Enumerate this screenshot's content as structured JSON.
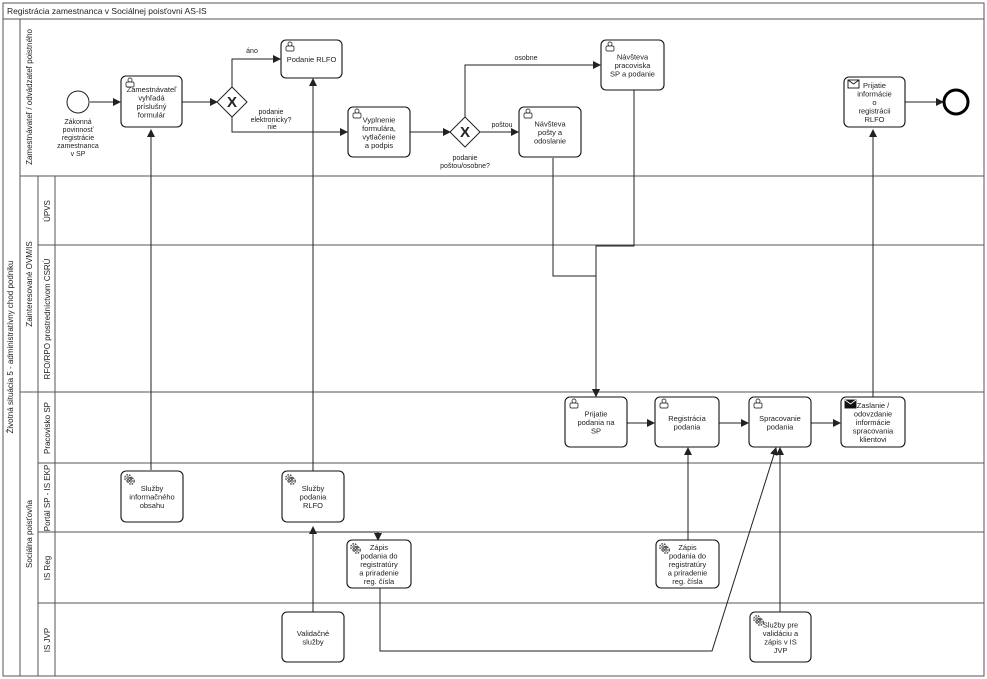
{
  "pool_title": "Registrácia zamestnanca v Sociálnej poisťovni AS-IS",
  "outer_lane": "Životná situácia 5 - administratívny chod podniku",
  "lanes": {
    "employer": "Zamestnávateľ / odvádzateľ poistného",
    "ovm_group": "Zainteresované OVM/IS",
    "upvs": "ÚPVS",
    "rfo": "RFO/RPO prostredníctvom CSRÚ",
    "sp_group": "Sociálna poisťovňa",
    "pracovisko": "Pracovisko SP",
    "portal": "Portál SP - IS EKP",
    "isreg": "IS Reg",
    "isjvp": "IS JVP"
  },
  "events": {
    "start_label": "Zákonná povinnosť registrácie zamestnanca v SP"
  },
  "tasks": {
    "t_vyhlada": "Zamestnávateľ vyhľadá príslušný formulár",
    "t_podanie_rlfo": "Podanie RLFO",
    "t_vyplnenie": "Vyplnenie formulára, vytlačenie a podpis",
    "t_navsteva_posty": "Návšteva pošty a odoslanie",
    "t_navsteva_sp": "Návšteva pracoviska SP a podanie",
    "t_prijatie_info": "Prijatie informácie o registrácii RLFO",
    "t_prijatie_podania": "Prijatie podania na SP",
    "t_registracia": "Registrácia podania",
    "t_spracovanie": "Spracovanie podania",
    "t_zaslanie": "Zaslanie / odovzdanie informácie spracovania klientovi",
    "t_sluzby_info": "Služby informačného obsahu",
    "t_sluzby_rlfo": "Služby podania RLFO",
    "t_zapis1": "Zápis podania do registratúry a priradenie reg. čísla",
    "t_zapis2": "Zápis podania do registratúry a priradenie reg. čísla",
    "t_validacne": "Validačné služby",
    "t_sluzby_jvp": "Služby pre validáciu a zápis v IS JVP"
  },
  "gateways": {
    "g1_label": "podanie elektronicky?",
    "g2_label": "podanie poštou/osobne?"
  },
  "flow_labels": {
    "ano": "áno",
    "nie": "nie",
    "osobne": "osobne",
    "postou": "poštou"
  }
}
